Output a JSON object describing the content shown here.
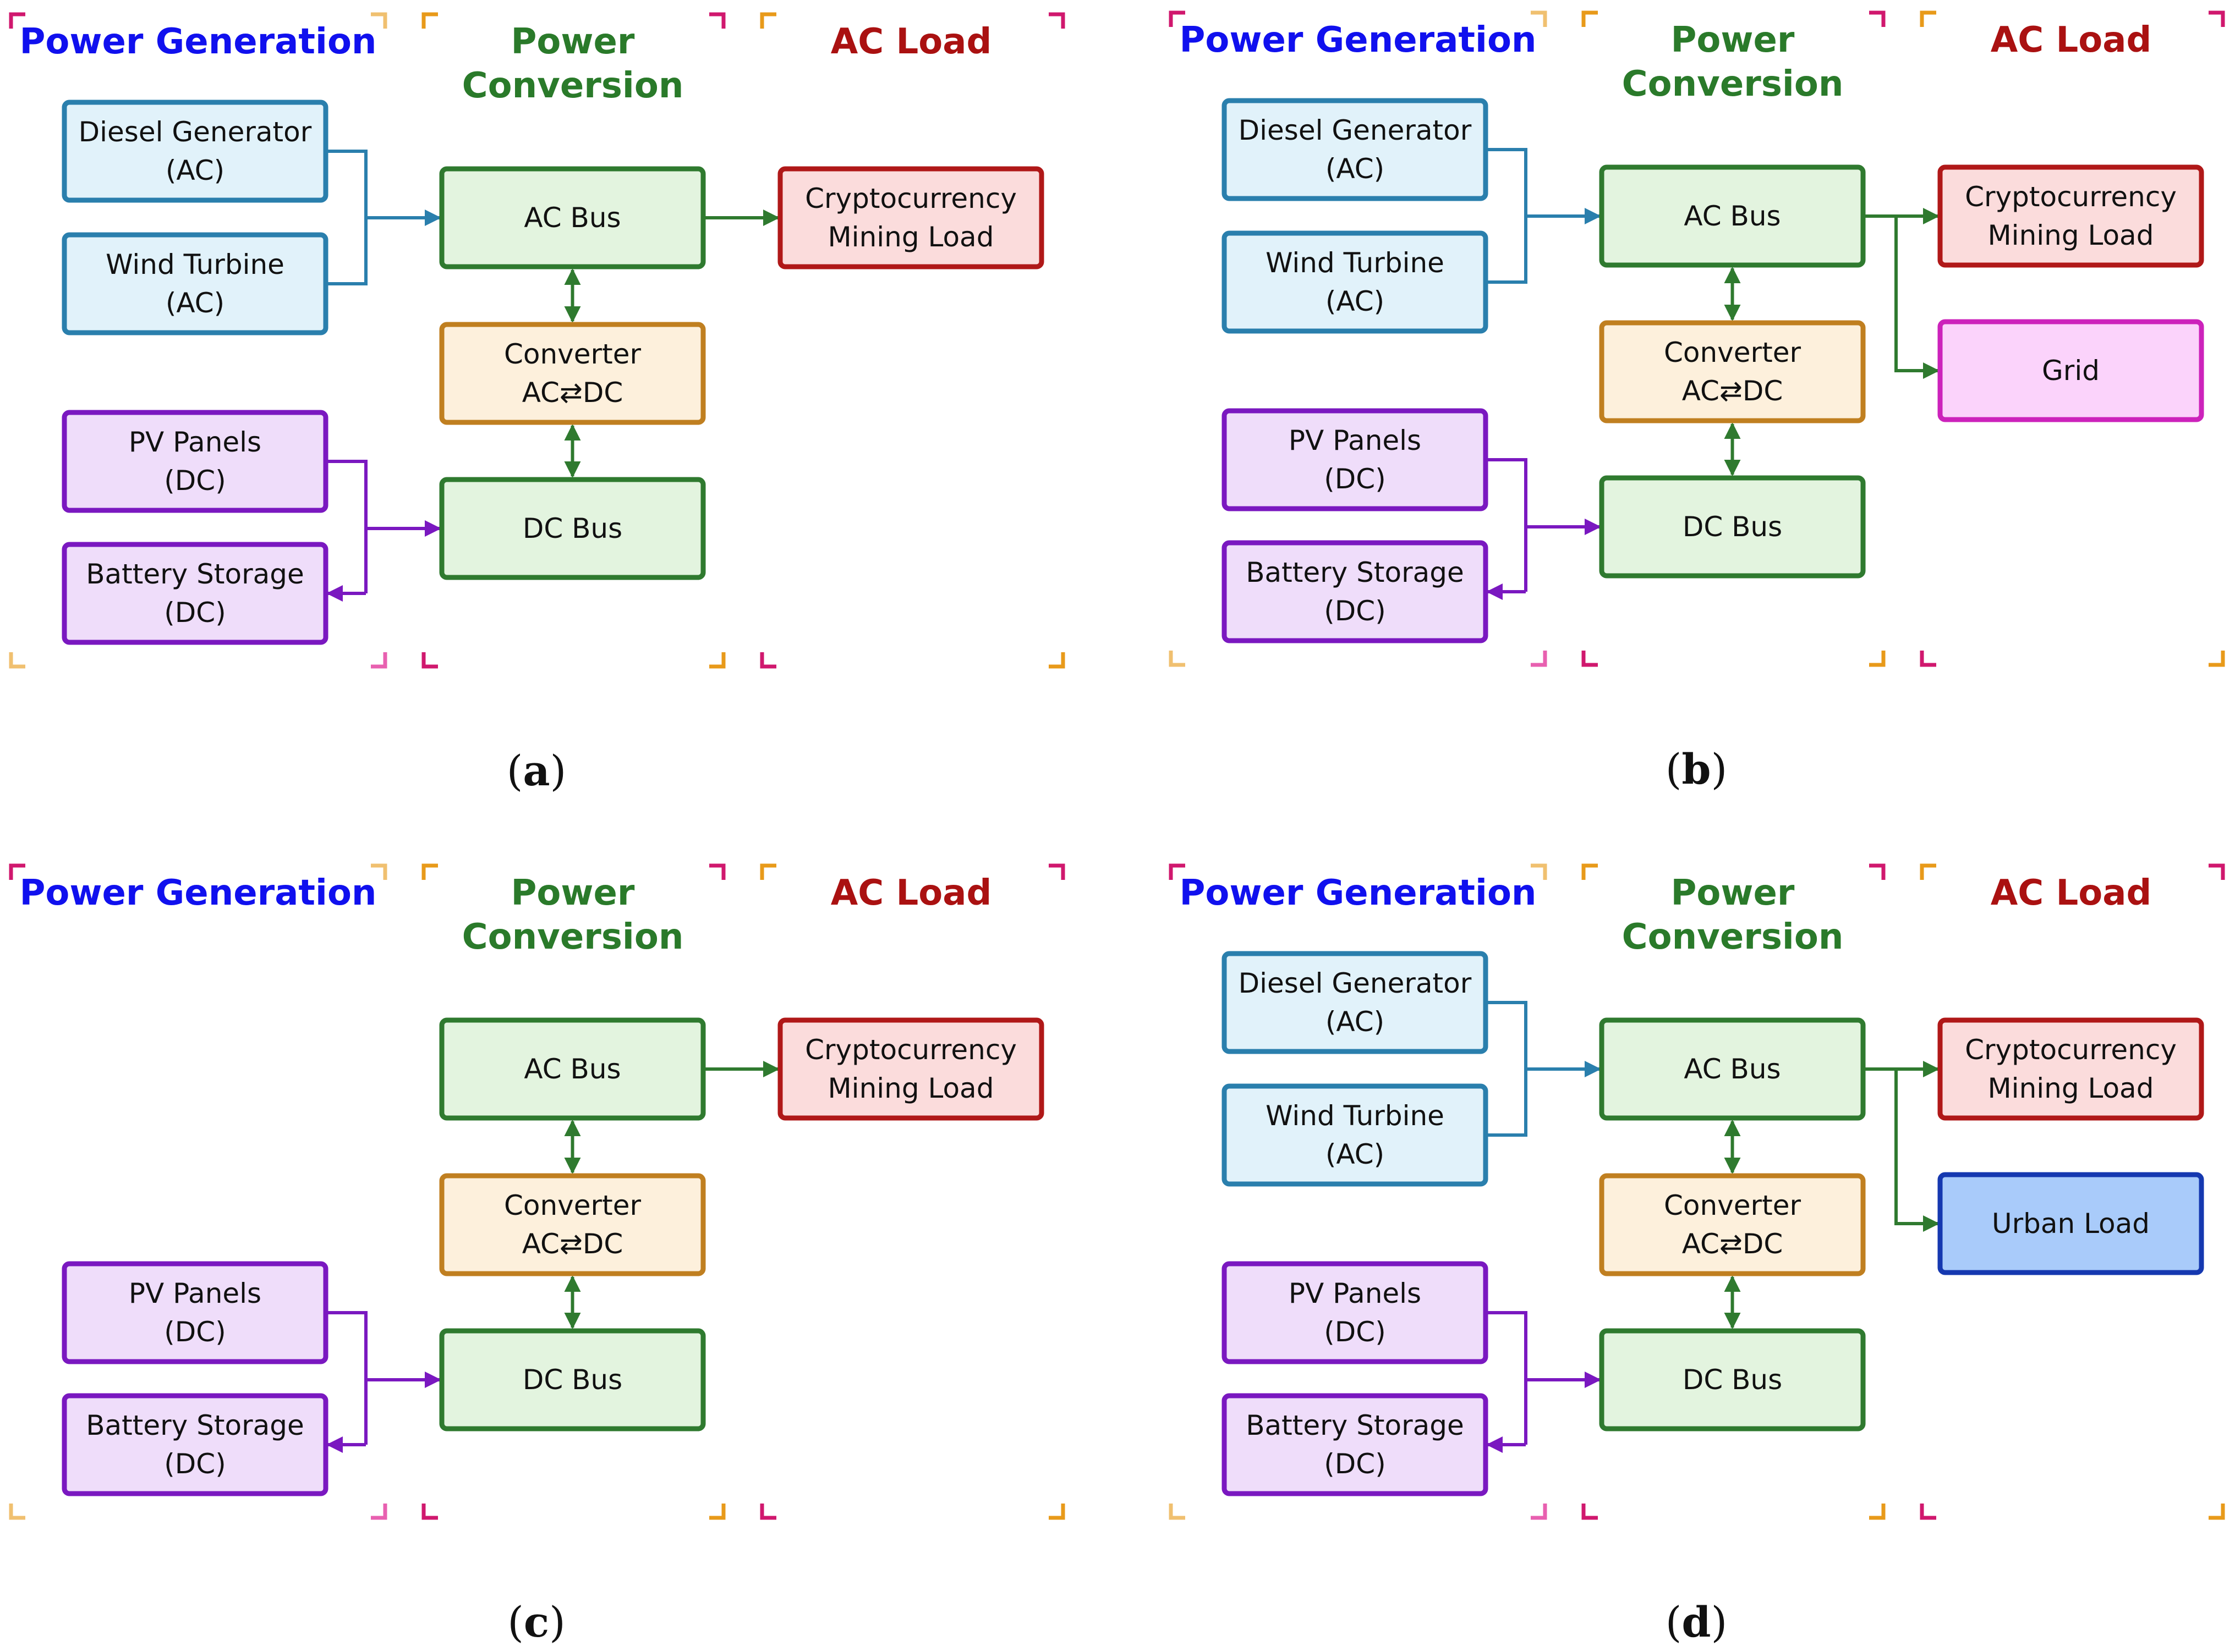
{
  "headers": {
    "generation": "Power Generation",
    "conversion_line1": "Power",
    "conversion_line2": "Conversion",
    "load": "AC Load"
  },
  "labels": {
    "diesel": [
      "Diesel Generator",
      "(AC)"
    ],
    "wind": [
      "Wind Turbine",
      "(AC)"
    ],
    "pv": [
      "PV Panels",
      "(DC)"
    ],
    "battery": [
      "Battery Storage",
      "(DC)"
    ],
    "ac_bus": [
      "AC Bus"
    ],
    "converter": [
      "Converter",
      "AC⇄DC"
    ],
    "dc_bus": [
      "DC Bus"
    ],
    "crypto": [
      "Cryptocurrency",
      "Mining Load"
    ],
    "grid": [
      "Grid"
    ],
    "urban": [
      "Urban Load"
    ]
  },
  "panels": [
    {
      "id": "a",
      "caption_open": "(",
      "caption_letter": "a",
      "caption_close": ")",
      "generators": [
        "diesel",
        "wind",
        "pv",
        "battery"
      ],
      "extra_load": null
    },
    {
      "id": "b",
      "caption_open": "(",
      "caption_letter": "b",
      "caption_close": ")",
      "generators": [
        "diesel",
        "wind",
        "pv",
        "battery"
      ],
      "extra_load": "grid"
    },
    {
      "id": "c",
      "caption_open": "(",
      "caption_letter": "c",
      "caption_close": ")",
      "generators": [
        "pv",
        "battery"
      ],
      "extra_load": null
    },
    {
      "id": "d",
      "caption_open": "(",
      "caption_letter": "d",
      "caption_close": ")",
      "generators": [
        "diesel",
        "wind",
        "pv",
        "battery"
      ],
      "extra_load": "urban"
    }
  ],
  "colors": {
    "gen_header": "#1010ee",
    "conv_header": "#2a7a2a",
    "load_header": "#aa1111",
    "ac_source_stroke": "#2a7fad",
    "ac_source_fill": "#e1f2fa",
    "dc_source_stroke": "#7a18c0",
    "dc_source_fill": "#efddfa",
    "bus_stroke": "#2f7a2f",
    "bus_fill": "#e3f4df",
    "converter_stroke": "#c07f20",
    "converter_fill": "#fdf0dc",
    "crypto_stroke": "#b01818",
    "crypto_fill": "#fbdcdc",
    "grid_stroke": "#cc22bb",
    "grid_fill": "#fbd3fb",
    "urban_stroke": "#1538b0",
    "urban_fill": "#a9cbfa",
    "bracket_orange": "#e89a1a",
    "bracket_magenta": "#d0186e",
    "bracket_pink": "#e860b0",
    "bracket_lightorange": "#f0c070"
  }
}
